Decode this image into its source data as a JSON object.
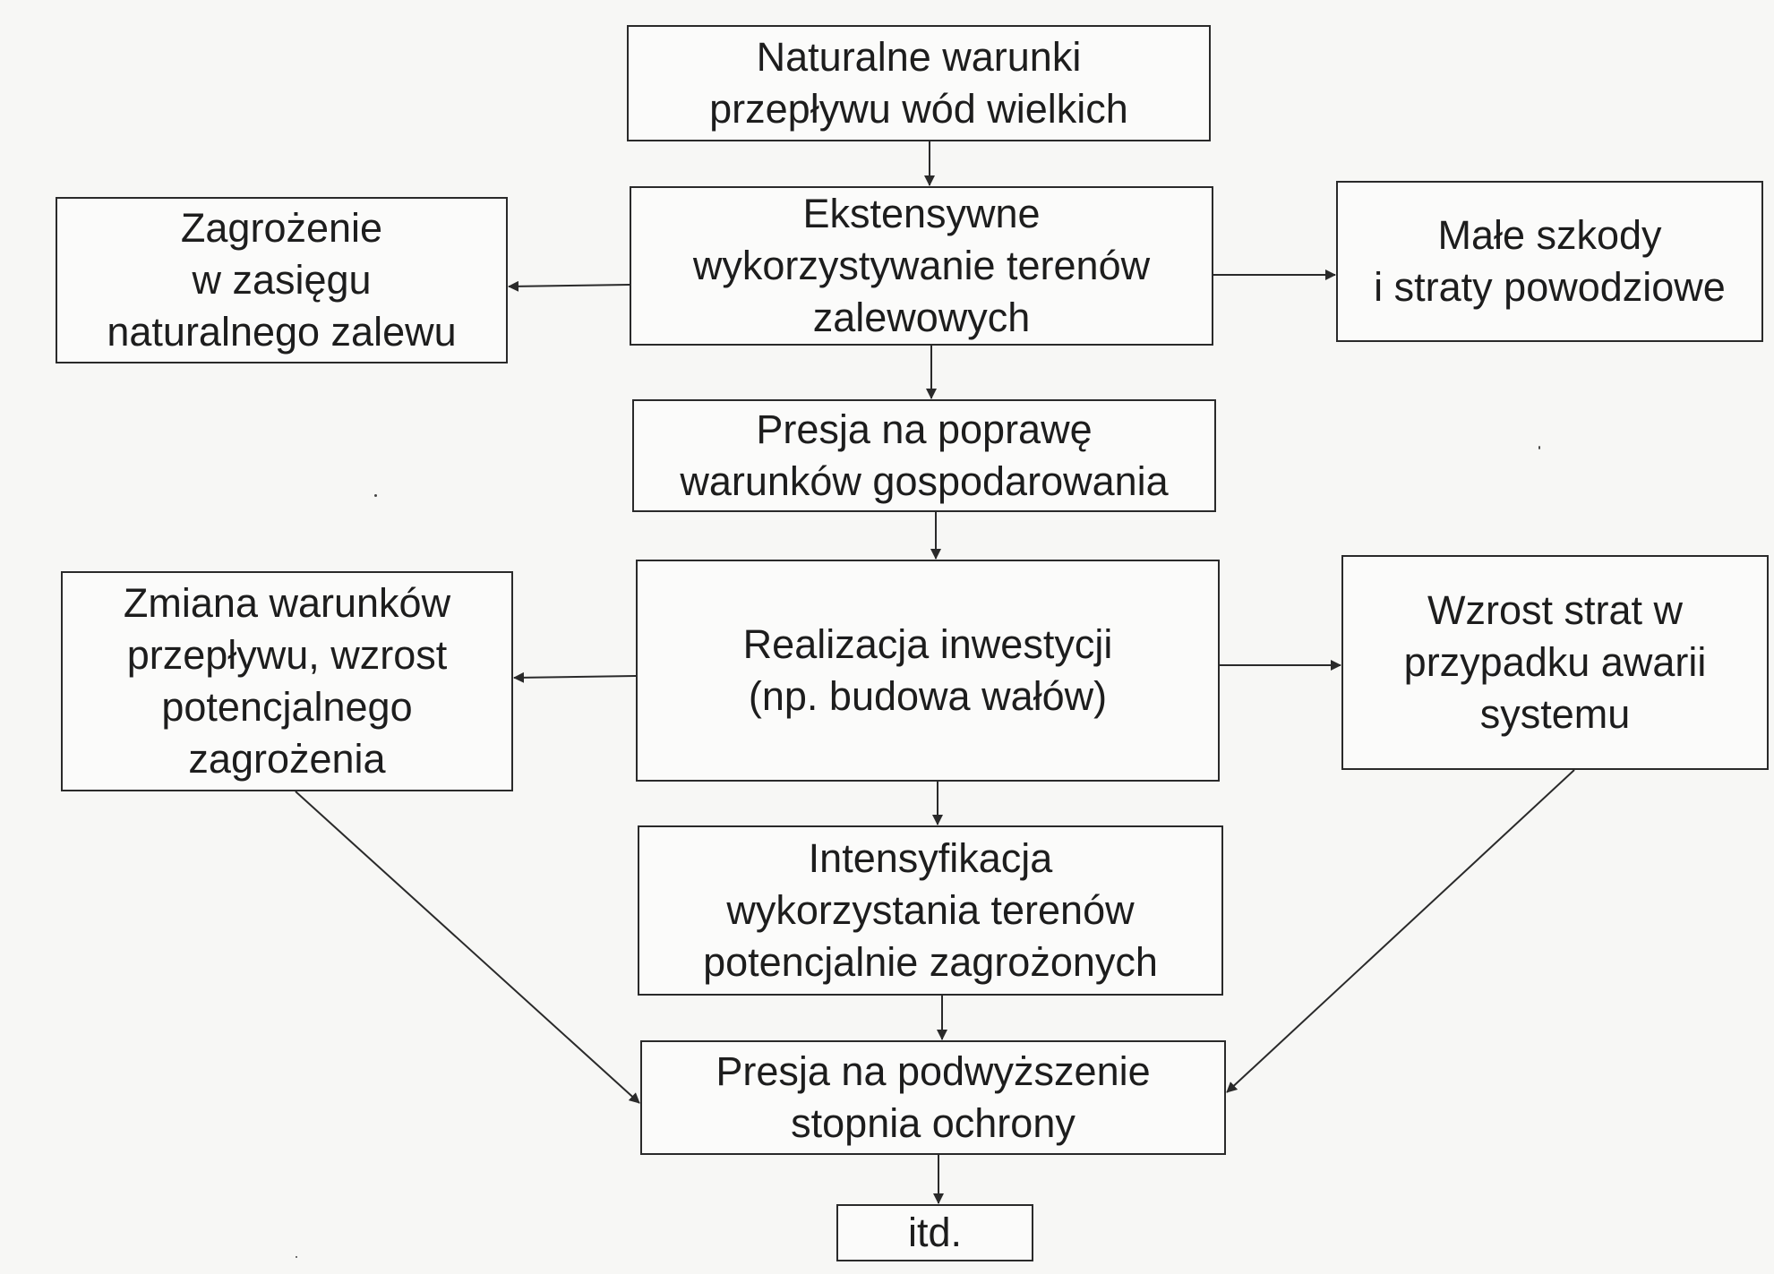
{
  "boxes": {
    "natural_flow": "Naturalne warunki\nprzepływu wód wielkich",
    "extensive_use": "Ekstensywne\nwykorzystywanie terenów\nzalewowych",
    "natural_flood_threat": "Zagrożenie\nw zasięgu\nnaturalnego zalewu",
    "small_damages": "Małe szkody\ni straty powodziowe",
    "pressure_improvement": "Presja na poprawę\nwarunków gospodarowania",
    "investment": "Realizacja inwestycji\n(np. budowa wałów)",
    "flow_change": "Zmiana warunków\nprzepływu, wzrost\npotencjalnego\nzagrożenia",
    "losses_growth": "Wzrost strat w\nprzypadku awarii\nsystemu",
    "intensification": "Intensyfikacja\nwykorzystania terenów\npotencjalnie zagrożonych",
    "pressure_protection": "Presja na podwyższenie\nstopnia ochrony",
    "etc": "itd."
  },
  "colors": {
    "line": "#2a2a2a",
    "text": "#1d1d1d",
    "paper": "#f7f7f5"
  }
}
